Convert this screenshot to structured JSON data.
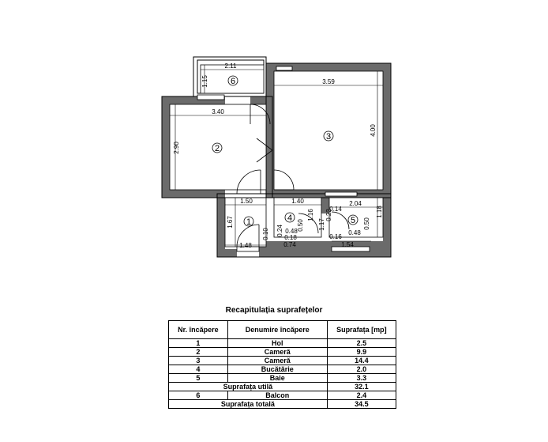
{
  "plan": {
    "dimensions": {
      "d211": "2.11",
      "d115": "1.15",
      "d359": "3.59",
      "d340": "3.40",
      "d290": "2.90",
      "d400": "4.00",
      "d150": "1.50",
      "d140": "1.40",
      "d204": "2.04",
      "d167": "1.67",
      "d116": "1.16",
      "d014": "0.14",
      "d118": "1.18",
      "d050a": "0.50",
      "d050b": "0.50",
      "d117": "1.17",
      "d022": "0.22",
      "d024": "0.24",
      "d048a": "0.48",
      "d018": "0.18",
      "d010": "0.10",
      "d016": "0.16",
      "d048b": "0.48",
      "d148": "1.48",
      "d074": "0.74",
      "d154": "1.54"
    },
    "room_numbers": [
      "1",
      "2",
      "3",
      "4",
      "5",
      "6"
    ]
  },
  "summary": {
    "title": "Recapitulația suprafețelor",
    "headers": {
      "nr": "Nr. încăpere",
      "name": "Denumire încăpere",
      "area": "Suprafața [mp]"
    },
    "rows": [
      {
        "nr": "1",
        "name": "Hol",
        "area": "2.5"
      },
      {
        "nr": "2",
        "name": "Cameră",
        "area": "9.9"
      },
      {
        "nr": "3",
        "name": "Cameră",
        "area": "14.4"
      },
      {
        "nr": "4",
        "name": "Bucătărie",
        "area": "2.0"
      },
      {
        "nr": "5",
        "name": "Baie",
        "area": "3.3"
      }
    ],
    "useful": {
      "label": "Suprafața utilă",
      "area": "32.1"
    },
    "balcony": {
      "nr": "6",
      "name": "Balcon",
      "area": "2.4"
    },
    "total": {
      "label": "Suprafața totală",
      "area": "34.5"
    }
  }
}
